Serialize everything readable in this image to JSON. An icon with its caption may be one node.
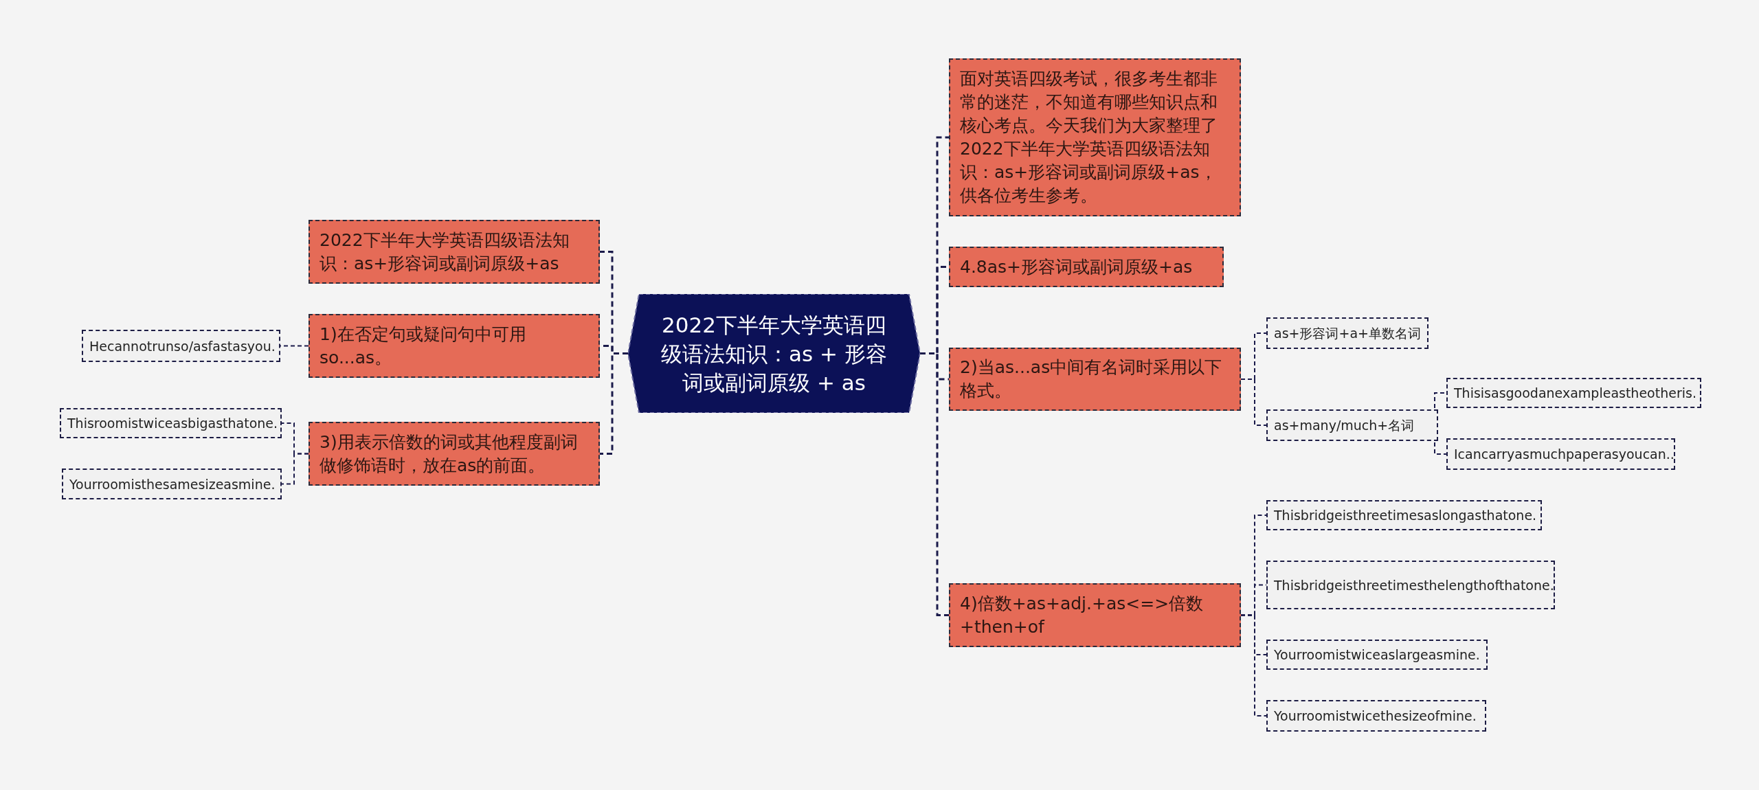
{
  "diagram": {
    "nodes": [
      {
        "text": [
          "2022下半年大学英语四级语法知识：as + 形容词或副词原级 + as"
        ]
      },
      {
        "text": [
          "2022下半年大学英语四级语法知识：as+形容词或副词原级+as"
        ]
      },
      {
        "text": [
          "1)在否定句或疑问句中可用so...as。"
        ]
      },
      {
        "text": [
          "3)用表示倍数的词或其他程度副词做修饰语时，放在as的前面。"
        ]
      },
      {
        "text": [
          "Hecannotrunso/asfastasyou."
        ]
      },
      {
        "text": [
          "Thisroomistwiceasbigasthatone."
        ]
      },
      {
        "text": [
          "Yourroomisthesamesizeasmine."
        ]
      },
      {
        "text": [
          "面对英语四级考试，很多考生都非常的迷茫，不知道有哪些知识点和核心考点。今天我们为大家整理了2022下半年大学英语四级语法知识：as+形容词或副词原级+as，供各位考生参考。"
        ]
      },
      {
        "text": [
          "4.8as+形容词或副词原级+as"
        ]
      },
      {
        "text": [
          "2)当as...as中间有名词时采用以下格式。"
        ]
      },
      {
        "text": [
          "as+形容词+a+单数名词"
        ]
      },
      {
        "text": [
          "as+many/much+名词"
        ]
      },
      {
        "text": [
          "Thisisasgoodanexampleastheotheris."
        ]
      },
      {
        "text": [
          "Icancarryasmuchpaperasyoucan.."
        ]
      },
      {
        "text": [
          "4)倍数+as+adj.+as<=>倍数+then+of"
        ]
      },
      {
        "text": [
          "Thisbridgeisthreetimesaslongasthatone."
        ]
      },
      {
        "text": [
          "Thisbridgeisthreetimesthelengthofthatone."
        ]
      },
      {
        "text": [
          "Yourroomistwiceaslargeasmine."
        ]
      },
      {
        "text": [
          "Yourroomistwicethesizeofmine."
        ]
      }
    ],
    "edges": [
      {
        "from": 0,
        "to": 1,
        "arrow": "none",
        "style": "dashed"
      },
      {
        "from": 0,
        "to": 2,
        "arrow": "none",
        "style": "dashed"
      },
      {
        "from": 0,
        "to": 3,
        "arrow": "none",
        "style": "dashed"
      },
      {
        "from": 2,
        "to": 4,
        "arrow": "none",
        "style": "dashed"
      },
      {
        "from": 3,
        "to": 5,
        "arrow": "none",
        "style": "dashed"
      },
      {
        "from": 3,
        "to": 6,
        "arrow": "none",
        "style": "dashed"
      },
      {
        "from": 0,
        "to": 7,
        "arrow": "none",
        "style": "dashed"
      },
      {
        "from": 0,
        "to": 8,
        "arrow": "none",
        "style": "dashed"
      },
      {
        "from": 0,
        "to": 9,
        "arrow": "none",
        "style": "dashed"
      },
      {
        "from": 9,
        "to": 10,
        "arrow": "none",
        "style": "dashed"
      },
      {
        "from": 9,
        "to": 11,
        "arrow": "none",
        "style": "dashed"
      },
      {
        "from": 11,
        "to": 12,
        "arrow": "none",
        "style": "dashed"
      },
      {
        "from": 11,
        "to": 13,
        "arrow": "none",
        "style": "dashed"
      },
      {
        "from": 0,
        "to": 14,
        "arrow": "none",
        "style": "dashed"
      },
      {
        "from": 14,
        "to": 15,
        "arrow": "none",
        "style": "dashed"
      },
      {
        "from": 14,
        "to": 16,
        "arrow": "none",
        "style": "dashed"
      },
      {
        "from": 14,
        "to": 17,
        "arrow": "none",
        "style": "dashed"
      },
      {
        "from": 14,
        "to": 18,
        "arrow": "none",
        "style": "dashed"
      }
    ]
  }
}
